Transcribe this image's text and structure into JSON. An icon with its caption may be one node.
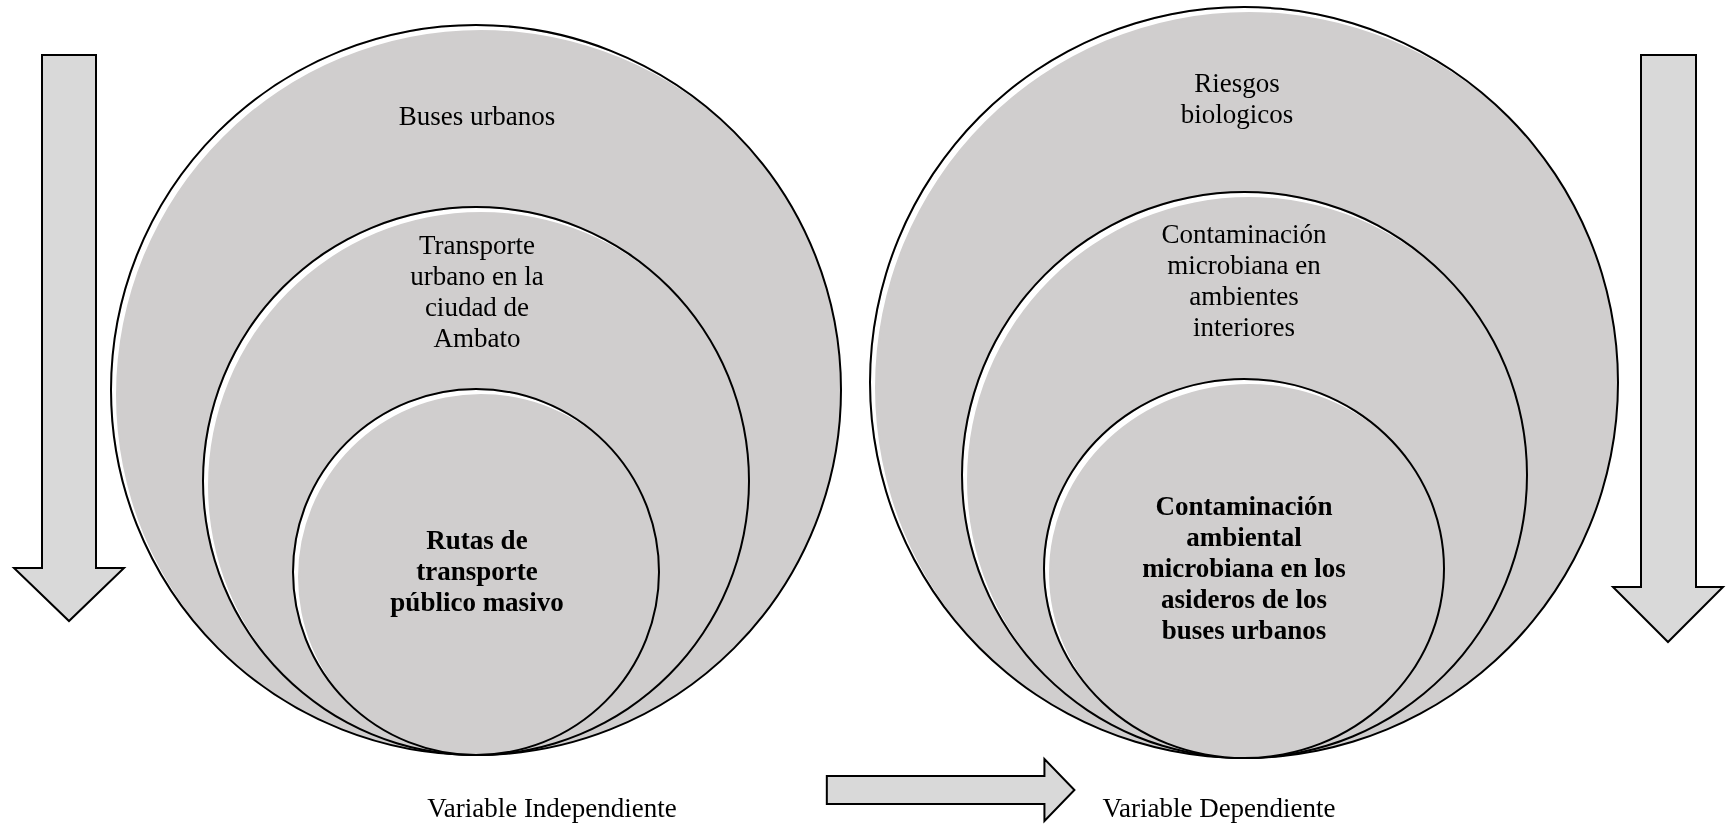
{
  "diagram": {
    "nodes": [
      {
        "text": [
          "Buses urbanos"
        ]
      },
      {
        "text": [
          "Transporte urbano en la ciudad de Ambato"
        ],
        "in": 0
      },
      {
        "text": [
          "Rutas de transporte público masivo"
        ],
        "in": 1
      },
      {
        "text": [
          "Riesgos biologicos"
        ]
      },
      {
        "text": [
          "Contaminación microbiana en ambientes interiores"
        ],
        "in": 3
      },
      {
        "text": [
          "Contaminación ambiental microbiana en los asideros de los buses urbanos"
        ],
        "in": 4
      },
      {
        "text": [
          "Variable Independiente"
        ]
      },
      {
        "text": [
          "Variable Dependiente"
        ]
      }
    ],
    "edges": [
      {
        "from": 6,
        "to": 7,
        "arrow": "to"
      }
    ]
  }
}
